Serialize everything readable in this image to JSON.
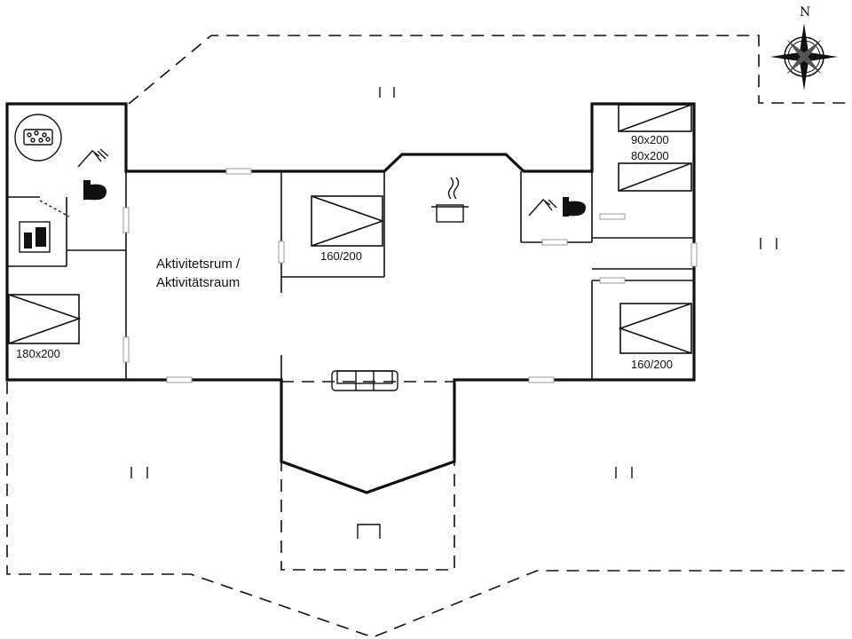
{
  "compass": {
    "north_label": "N",
    "icon": "compass-rose-icon"
  },
  "rooms": {
    "activity_room_line1": "Aktivitetsrum /",
    "activity_room_line2": "Aktivitätsraum"
  },
  "beds": {
    "bed_left": "180x200",
    "bed_center": "160/200",
    "bed_top_right_1": "90x200",
    "bed_top_right_2": "80x200",
    "bed_bottom_right": "160/200"
  },
  "icons": {
    "spa": "hot-tub-icon",
    "shower": "shower-icon",
    "toilet": "toilet-icon",
    "sauna": "sauna-icon",
    "stove": "cooking-pot-icon",
    "sofa": "sofa-icon",
    "fireplace": "fireplace-icon"
  }
}
